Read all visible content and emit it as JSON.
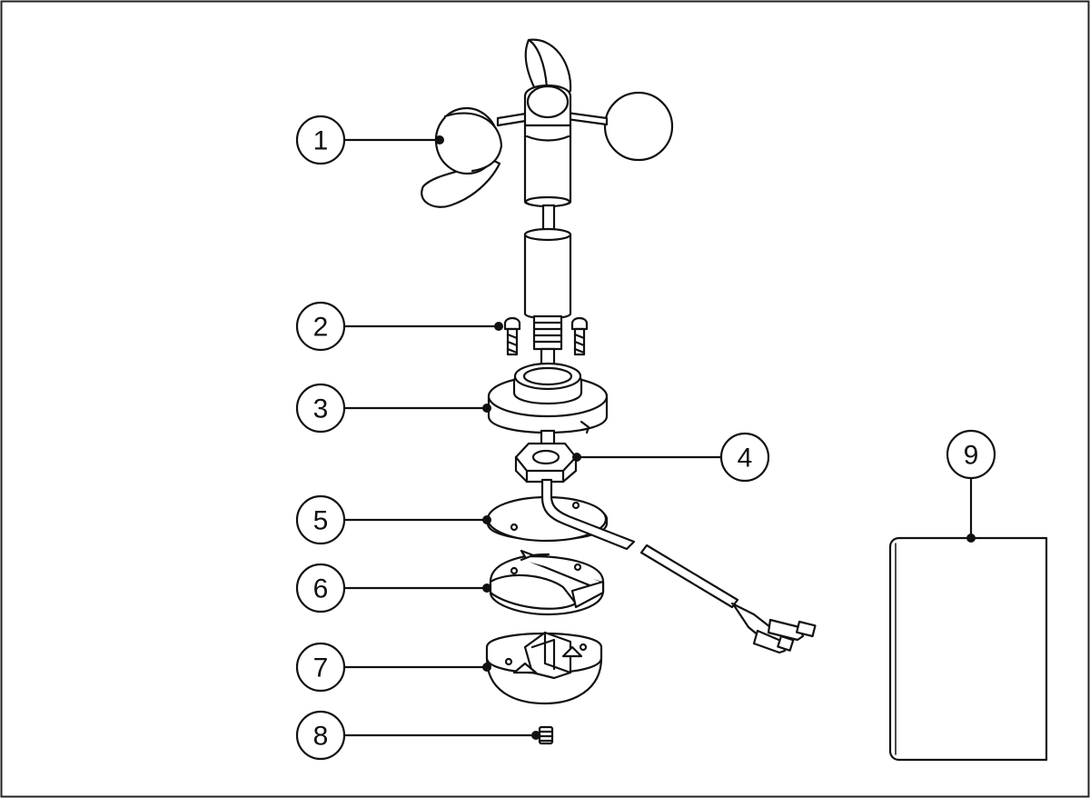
{
  "callouts": [
    {
      "id": "1",
      "label": "1"
    },
    {
      "id": "2",
      "label": "2"
    },
    {
      "id": "3",
      "label": "3"
    },
    {
      "id": "4",
      "label": "4"
    },
    {
      "id": "5",
      "label": "5"
    },
    {
      "id": "6",
      "label": "6"
    },
    {
      "id": "7",
      "label": "7"
    },
    {
      "id": "8",
      "label": "8"
    },
    {
      "id": "9",
      "label": "9"
    }
  ],
  "colors": {
    "line": "#111111",
    "fill": "#ffffff",
    "border": "#222222"
  }
}
